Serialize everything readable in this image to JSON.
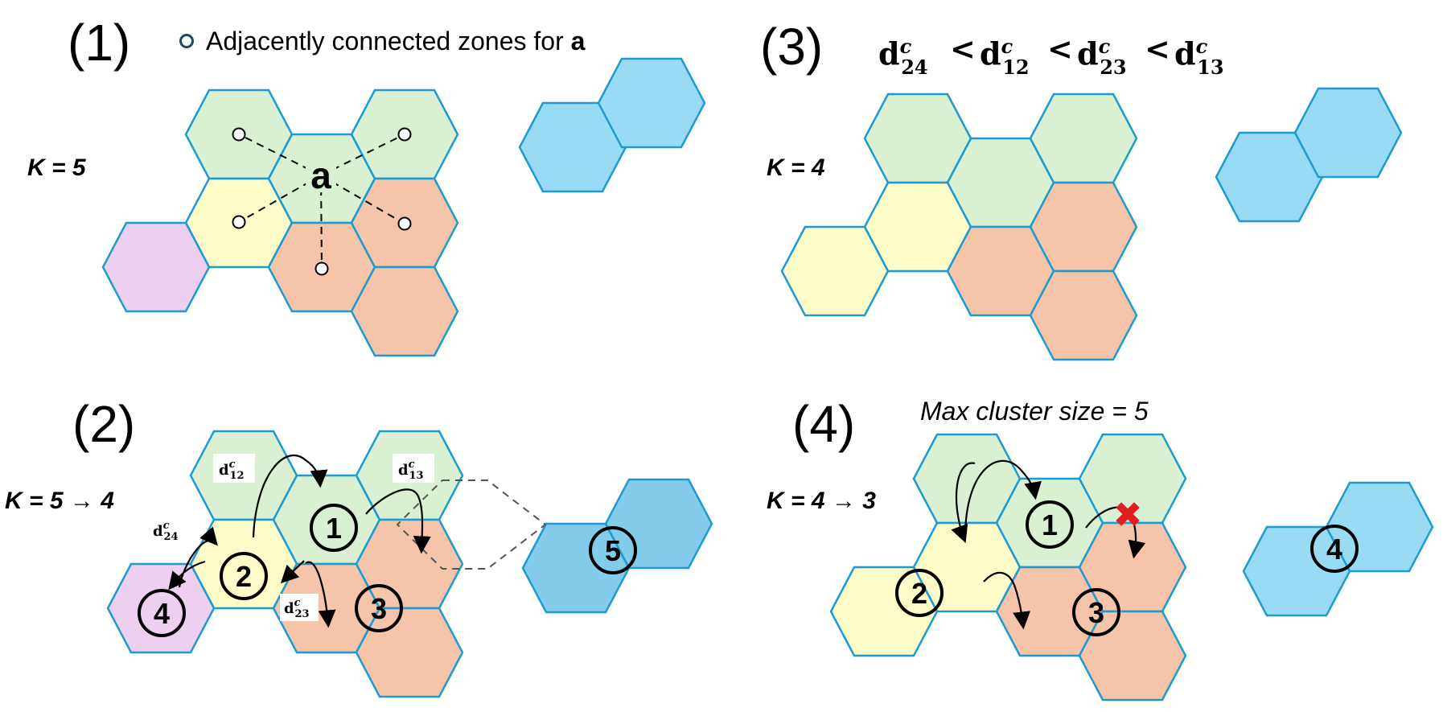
{
  "colors": {
    "green": "#d9f1d2",
    "yellow": "#fdfcc8",
    "orange": "#f5c4a9",
    "pink": "#edd0ef",
    "blue": "#99dbf5",
    "blue_dark": "#84caea",
    "outline": "#1d9bd1",
    "cross": "#e11d1d"
  },
  "panel1": {
    "label": "(1)",
    "k_label": "K = 5",
    "legend_text": "Adjacently connected zones for ",
    "legend_bold": "a",
    "center_label": "a"
  },
  "panel2": {
    "label": "(2)",
    "k_label": "K = 5 → 4",
    "cluster_numbers": [
      "1",
      "2",
      "3",
      "4",
      "5"
    ],
    "distance_labels": [
      {
        "d": "d",
        "c": "c",
        "sub": "12"
      },
      {
        "d": "d",
        "c": "c",
        "sub": "13"
      },
      {
        "d": "d",
        "c": "c",
        "sub": "24"
      },
      {
        "d": "d",
        "c": "c",
        "sub": "23"
      }
    ]
  },
  "panel3": {
    "label": "(3)",
    "k_label": "K = 4",
    "ineq_terms": [
      {
        "d": "d",
        "c": "c",
        "sub": "24"
      },
      {
        "d": "d",
        "c": "c",
        "sub": "12"
      },
      {
        "d": "d",
        "c": "c",
        "sub": "23"
      },
      {
        "d": "d",
        "c": "c",
        "sub": "13"
      }
    ],
    "ineq_op": "<"
  },
  "panel4": {
    "label": "(4)",
    "k_label": "K = 4 → 3",
    "caption": "Max cluster size = 5",
    "cluster_numbers": [
      "1",
      "2",
      "3",
      "4"
    ],
    "cross_mark": "✖"
  }
}
